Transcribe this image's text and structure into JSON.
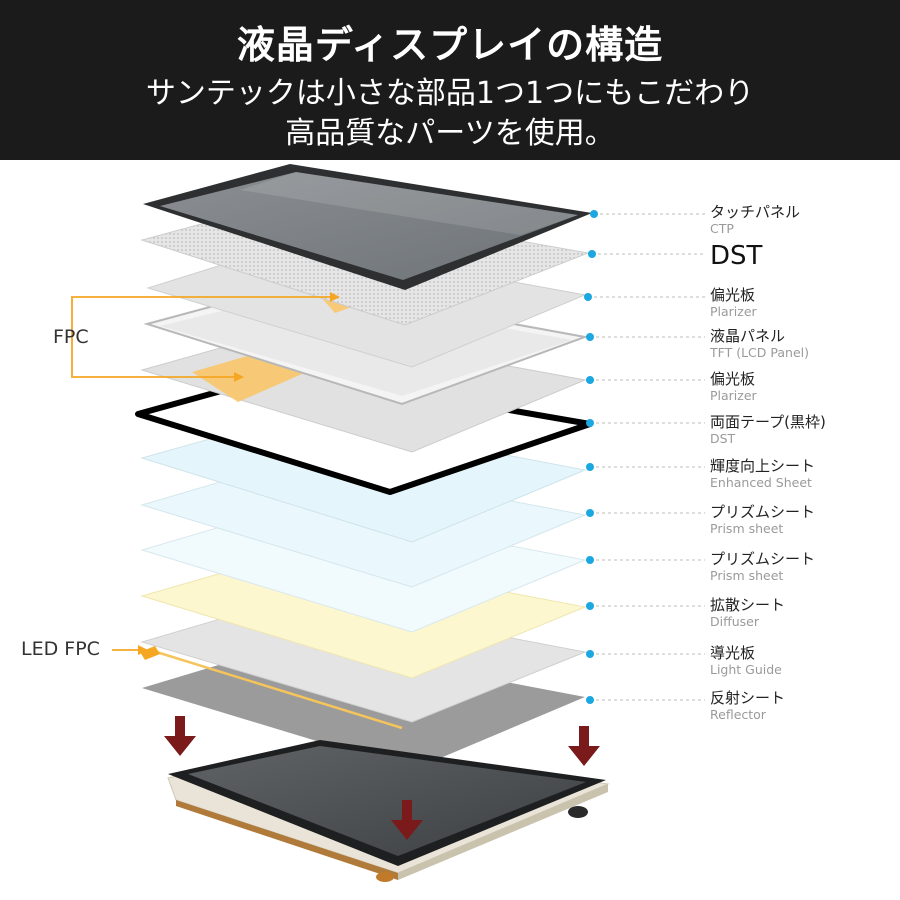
{
  "header": {
    "title": "液晶ディスプレイの構造",
    "subtitle_line1": "サンテックは小さな部品1つ1つにもこだわり",
    "subtitle_line2": "高品質なパーツを使用。"
  },
  "side_labels": {
    "fpc": "FPC",
    "led_fpc": "LED FPC"
  },
  "layers": [
    {
      "jp": "タッチパネル",
      "en": "CTP"
    },
    {
      "jp": "DST",
      "en": ""
    },
    {
      "jp": "偏光板",
      "en": "Plarizer"
    },
    {
      "jp": "液晶パネル",
      "en": "TFT (LCD Panel)"
    },
    {
      "jp": "偏光板",
      "en": "Plarizer"
    },
    {
      "jp": "両面テープ(黒枠)",
      "en": "DST"
    },
    {
      "jp": "輝度向上シート",
      "en": "Enhanced Sheet"
    },
    {
      "jp": "プリズムシート",
      "en": "Prism sheet"
    },
    {
      "jp": "プリズムシート",
      "en": "Prism sheet"
    },
    {
      "jp": "拡散シート",
      "en": "Diffuser"
    },
    {
      "jp": "導光板",
      "en": "Light Guide"
    },
    {
      "jp": "反射シート",
      "en": "Reflector"
    }
  ],
  "colors": {
    "header_bg": "#1b1b1b",
    "dot": "#1ba7e0",
    "fpc": "#f5a623",
    "arrow": "#7a1a1a"
  }
}
